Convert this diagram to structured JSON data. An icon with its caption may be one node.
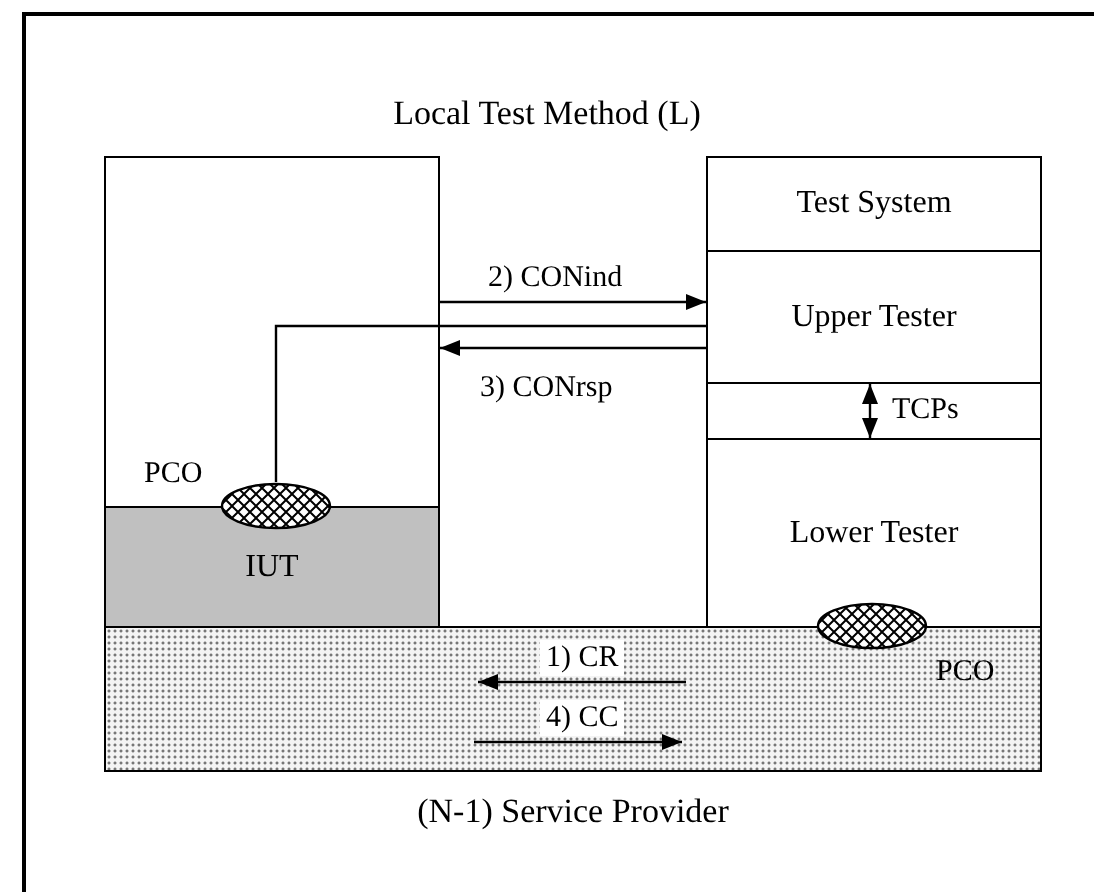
{
  "diagram": {
    "title": "Local Test Method (L)",
    "nodes": [
      {
        "text": [],
        "shape": "box"
      },
      {
        "text": [
          "IUT"
        ],
        "in": 0
      },
      {
        "text": [],
        "shape": "ellipse",
        "in": 0,
        "beside": [
          "PCO"
        ]
      },
      {
        "text": [
          "Test System"
        ]
      },
      {
        "text": [
          "Upper Tester"
        ]
      },
      {
        "text": [
          "Lower Tester"
        ]
      },
      {
        "text": [],
        "shape": "ellipse",
        "beside": [
          "PCO"
        ]
      },
      {
        "text": [
          "(N-1) Service Provider"
        ]
      }
    ],
    "edges": [
      {
        "from": 0,
        "to": 4,
        "arrow": "to",
        "label": "2) CONind"
      },
      {
        "from": 4,
        "to": 0,
        "arrow": "to",
        "label": "3) CONrsp"
      },
      {
        "from": 4,
        "to": 2,
        "arrow": "none"
      },
      {
        "from": 4,
        "to": 5,
        "arrow": "both"
      }
    ],
    "labels": [
      "TCPs",
      "1) CR",
      "4) CC"
    ]
  }
}
